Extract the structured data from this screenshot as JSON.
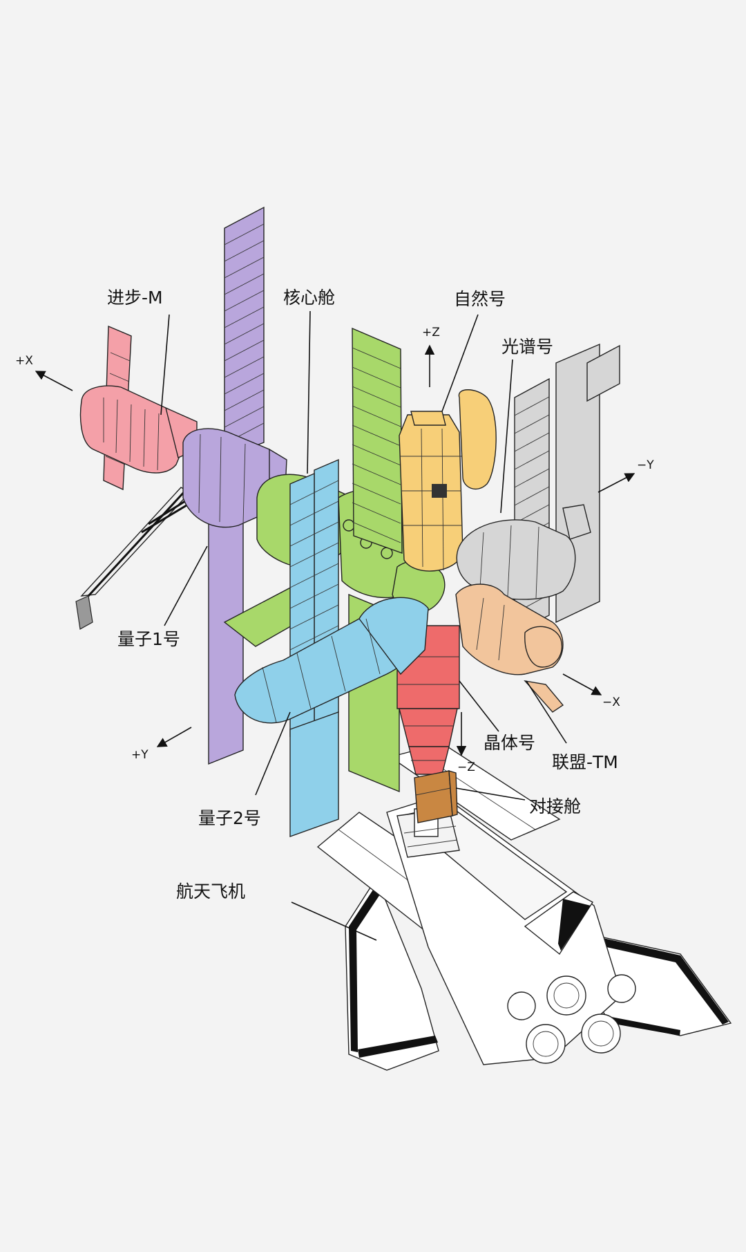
{
  "labels": {
    "progress_m": "进步-M",
    "core_module": "核心舱",
    "priroda": "自然号",
    "spektr": "光谱号",
    "kvant1": "量子1号",
    "kvant2": "量子2号",
    "kristall": "晶体号",
    "soyuz_tm": "联盟-TM",
    "docking_module": "对接舱",
    "space_shuttle": "航天飞机"
  },
  "axes": {
    "plus_x": "+X",
    "plus_z": "+Z",
    "minus_y": "−Y",
    "plus_y": "+Y",
    "minus_x": "−X",
    "minus_z": "−Z"
  },
  "colors": {
    "background": "#f3f3f3",
    "progress": "#f4a0a8",
    "kvant1": "#b9a6dc",
    "core": "#a8d86a",
    "kvant2": "#8fd0ea",
    "priroda": "#f7cf78",
    "spektr": "#d6d6d6",
    "kristall": "#ee6b6b",
    "soyuz": "#f2c59c",
    "docking": "#c98742",
    "shuttle": "#ffffff"
  }
}
